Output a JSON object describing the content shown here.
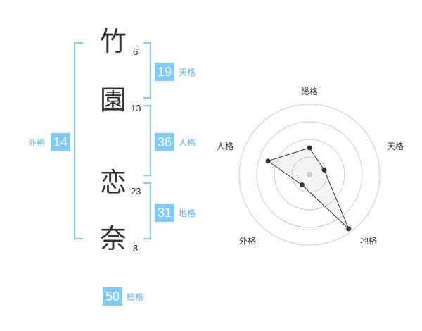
{
  "characters": [
    {
      "char": "竹",
      "strokes": "6"
    },
    {
      "char": "園",
      "strokes": "13"
    },
    {
      "char": "恋",
      "strokes": "23"
    },
    {
      "char": "奈",
      "strokes": "8"
    }
  ],
  "kakusu": {
    "tenkaku": {
      "value": "19",
      "label": "天格"
    },
    "jinkaku": {
      "value": "36",
      "label": "人格"
    },
    "chikaku": {
      "value": "31",
      "label": "地格"
    },
    "gaikaku": {
      "value": "14",
      "label": "外格"
    },
    "soukaku": {
      "value": "50",
      "label": "総格"
    }
  },
  "colors": {
    "accent": "#80cbf5",
    "label": "#5ab4ea",
    "text": "#333333"
  },
  "chart_data": {
    "type": "radar",
    "axes": [
      "総格",
      "天格",
      "地格",
      "外格",
      "人格"
    ],
    "values": [
      0.38,
      0.22,
      0.95,
      0.18,
      0.62
    ],
    "range": [
      0,
      1
    ],
    "rings": 4,
    "grid": true
  }
}
